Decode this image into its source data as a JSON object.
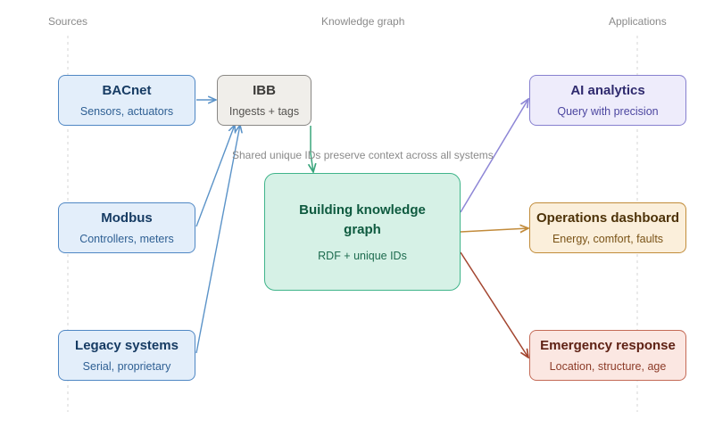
{
  "columns": {
    "sources": "Sources",
    "knowledge_graph": "Knowledge graph",
    "applications": "Applications"
  },
  "nodes": {
    "bacnet": {
      "title": "BACnet",
      "subtitle": "Sensors, actuators"
    },
    "modbus": {
      "title": "Modbus",
      "subtitle": "Controllers, meters"
    },
    "legacy": {
      "title": "Legacy systems",
      "subtitle": "Serial, proprietary"
    },
    "ibb": {
      "title": "IBB",
      "subtitle": "Ingests + tags"
    },
    "graph": {
      "title": "Building knowledge graph",
      "subtitle": "RDF + unique IDs"
    },
    "ai": {
      "title": "AI analytics",
      "subtitle": "Query with precision"
    },
    "ops": {
      "title": "Operations dashboard",
      "subtitle": "Energy, comfort, faults"
    },
    "emergency": {
      "title": "Emergency response",
      "subtitle": "Location, structure, age"
    }
  },
  "annotation": "Shared unique IDs preserve context across all systems",
  "colors": {
    "source_arrow": "#5b93c8",
    "ibb_arrow": "#3aa57c",
    "ai_arrow": "#8d86d6",
    "ops_arrow": "#c28b3b",
    "emergency_arrow": "#a3452f",
    "column_guide": "#d5d5d5"
  }
}
